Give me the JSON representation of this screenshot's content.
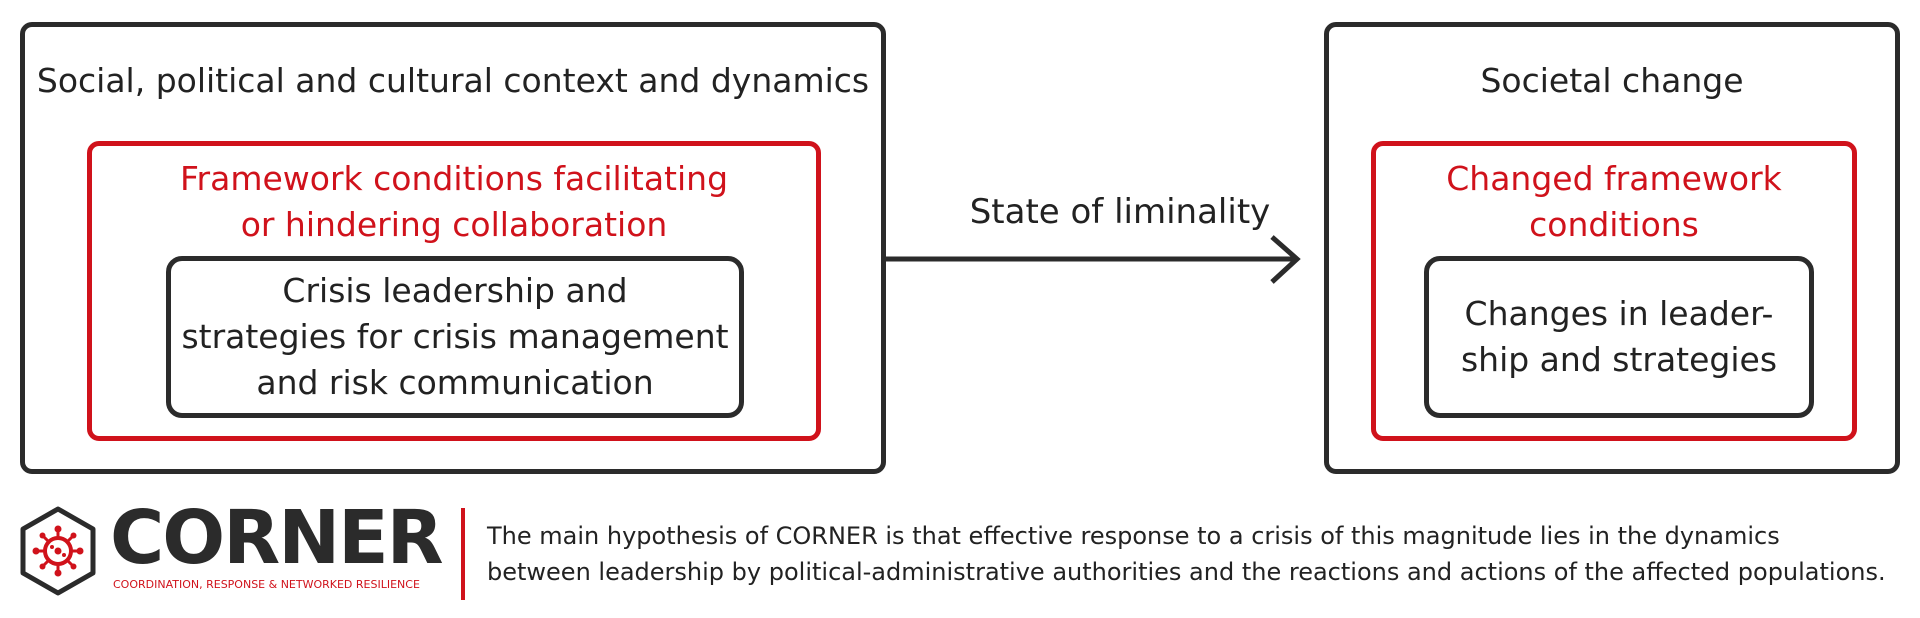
{
  "left_panel": {
    "title": "Social, political and cultural context and dynamics",
    "framework": {
      "lines": [
        "Framework conditions facilitating",
        "or hindering collaboration"
      ]
    },
    "core": {
      "lines": [
        "Crisis leadership and",
        "strategies for crisis management",
        "and risk communication"
      ]
    }
  },
  "transition": {
    "label": "State of liminality"
  },
  "right_panel": {
    "title": "Societal change",
    "framework": {
      "lines": [
        "Changed framework",
        "conditions"
      ]
    },
    "core": {
      "lines": [
        "Changes in leader-",
        "ship and strategies"
      ]
    }
  },
  "footer": {
    "brand": "CORNER",
    "tagline": "COORDINATION, RESPONSE & NETWORKED RESILIENCE",
    "hypothesis_lines": [
      "The main hypothesis of CORNER is that effective response to a crisis of this magnitude lies in the dynamics",
      "between leadership by political-administrative authorities and the reactions and actions of the affected populations."
    ]
  },
  "colors": {
    "accent_red": "#d0121b",
    "border_dark": "#2b2b2b",
    "text": "#222222"
  },
  "icons": [
    "virus-icon",
    "hexagon-icon",
    "arrow-right-icon"
  ]
}
